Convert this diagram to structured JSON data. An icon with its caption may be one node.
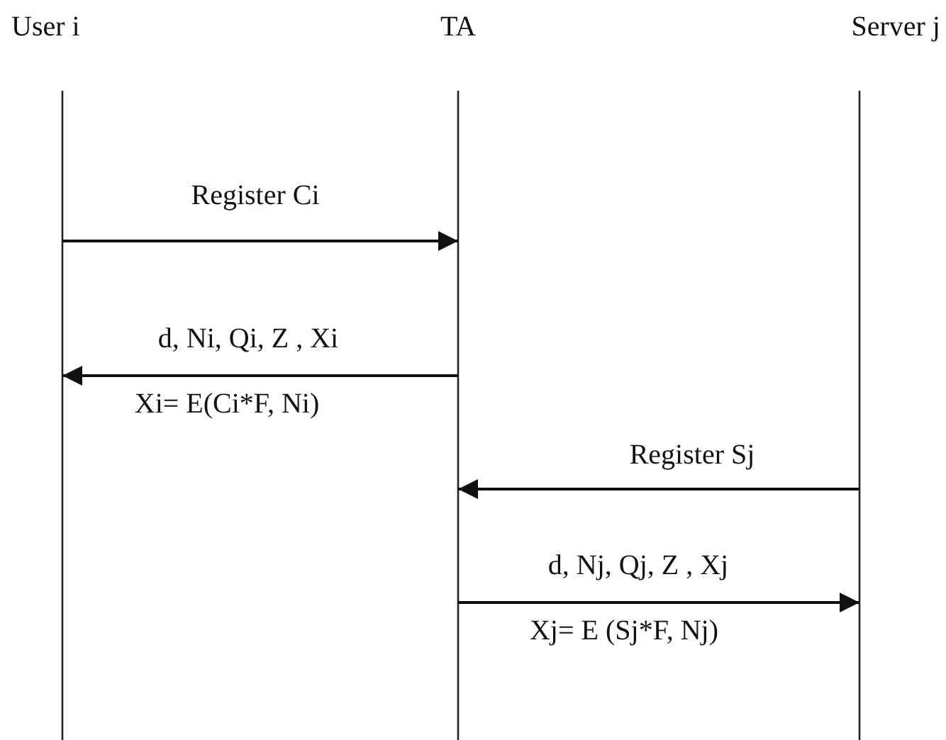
{
  "diagram": {
    "nodes": [
      {
        "text": [
          "User i"
        ]
      },
      {
        "text": [
          "TA"
        ]
      },
      {
        "text": [
          "Server j"
        ]
      }
    ],
    "edges": [
      {
        "from": 0,
        "to": 1,
        "arrow": "to",
        "label": "Register Ci"
      },
      {
        "from": 1,
        "to": 0,
        "arrow": "to",
        "label": "d, Ni, Qi, Z , Xi"
      },
      {
        "from": 2,
        "to": 1,
        "arrow": "to",
        "label": "Register Sj"
      },
      {
        "from": 1,
        "to": 2,
        "arrow": "to",
        "label": "d, Nj, Qj, Z , Xj"
      }
    ],
    "labels": [
      "Xi= E(Ci*F, Ni)",
      "Xj= E (Sj*F, Nj)"
    ]
  }
}
